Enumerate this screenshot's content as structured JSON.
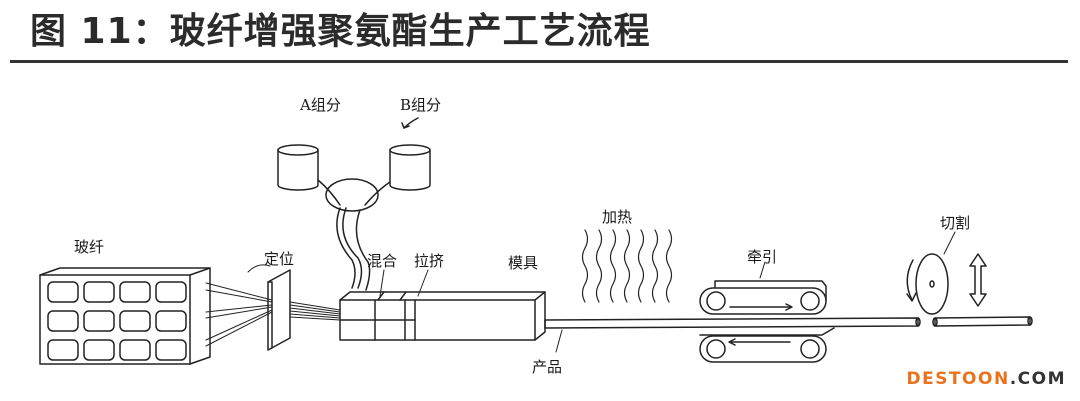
{
  "title": "图 11：玻纤增强聚氨酯生产工艺流程",
  "labels": {
    "component_a": "A组分",
    "component_b": "B组分",
    "glass_fiber": "玻纤",
    "positioning": "定位",
    "mixing": "混合",
    "pulling": "拉挤",
    "mold": "模具",
    "heating": "加热",
    "traction": "牵引",
    "cutting": "切割",
    "product": "产品"
  },
  "watermark": {
    "destoon_prefix": "DESTOON",
    "destoon_suffix": ".COM",
    "orange": "#e8731c",
    "dark": "#333333"
  }
}
